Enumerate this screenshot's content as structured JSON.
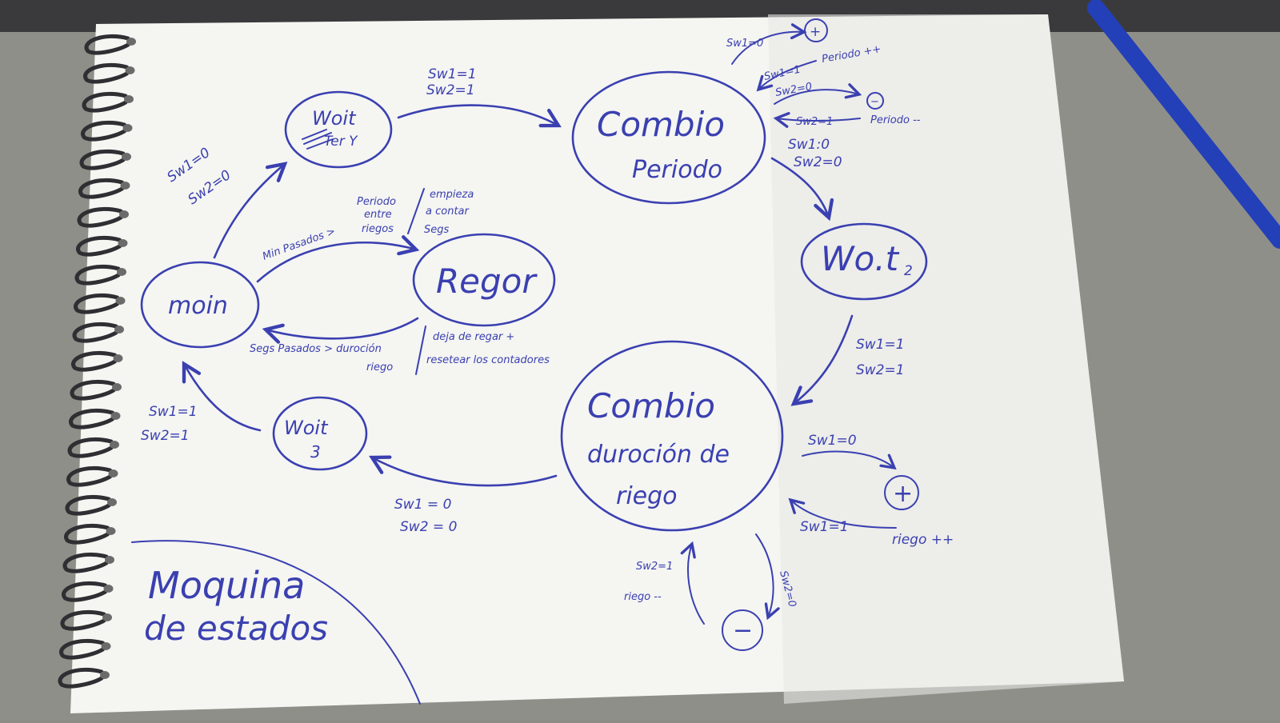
{
  "title": {
    "line1": "Moquina",
    "line2": "de estados"
  },
  "states": {
    "main": "moin",
    "wait1": {
      "line1": "Woit",
      "line2": "Ter Y"
    },
    "cambio_periodo": {
      "line1": "Combio",
      "line2": "Periodo"
    },
    "wait2": {
      "text": "Wo.t",
      "sub": "2"
    },
    "regar": "Regor",
    "cambio_duracion": {
      "line1": "Combio",
      "line2": "duroción de",
      "line3": "riego"
    },
    "wait3": {
      "line1": "Woit",
      "line2": "3"
    }
  },
  "labels": {
    "main_to_wait1": {
      "l1": "Sw1=0",
      "l2": "Sw2=0"
    },
    "wait1_to_cambio": {
      "l1": "Sw1=1",
      "l2": "Sw2=1"
    },
    "periodo_sw1_0": "Sw1=0",
    "plus": "+",
    "minus": "−",
    "periodo_sw1_1": "Sw1=1",
    "periodo_inc": "Periodo ++",
    "periodo_sw2_0": "Sw2=0",
    "periodo_sw2_1": "Sw2=1",
    "periodo_dec": "Periodo --",
    "cambio_to_wait2": {
      "l1": "Sw1:0",
      "l2": "Sw2=0"
    },
    "wait2_to_duracion": {
      "l1": "Sw1=1",
      "l2": "Sw2=1"
    },
    "main_to_regar": {
      "main": "Min Pasados >",
      "periodo": "Periodo",
      "entre": "entre",
      "riegos": "riegos"
    },
    "regar_start": {
      "l1": "empieza",
      "l2": "a contar",
      "l3": "Segs"
    },
    "regar_to_main": {
      "main": "Segs Pasados > duroción",
      "riego": "riego"
    },
    "regar_end": {
      "l1": "deja de regar +",
      "l2": "resetear los contadores"
    },
    "dur_sw1_0": "Sw1=0",
    "dur_sw1_1": "Sw1=1",
    "riego_inc": "riego ++",
    "dur_sw2_1": "Sw2=1",
    "riego_dec": "riego --",
    "dur_sw2_0": "Sw2=0",
    "dur_to_wait3": {
      "l1": "Sw1 = 0",
      "l2": "Sw2 = 0"
    },
    "wait3_to_main": {
      "l1": "Sw1=1",
      "l2": "Sw2=1"
    }
  },
  "colors": {
    "ink": "#3a40b0",
    "paper": "#f6f6f3",
    "background": "#8d8d87",
    "spiral": "#2f2f33",
    "pen": "#2340b8"
  }
}
